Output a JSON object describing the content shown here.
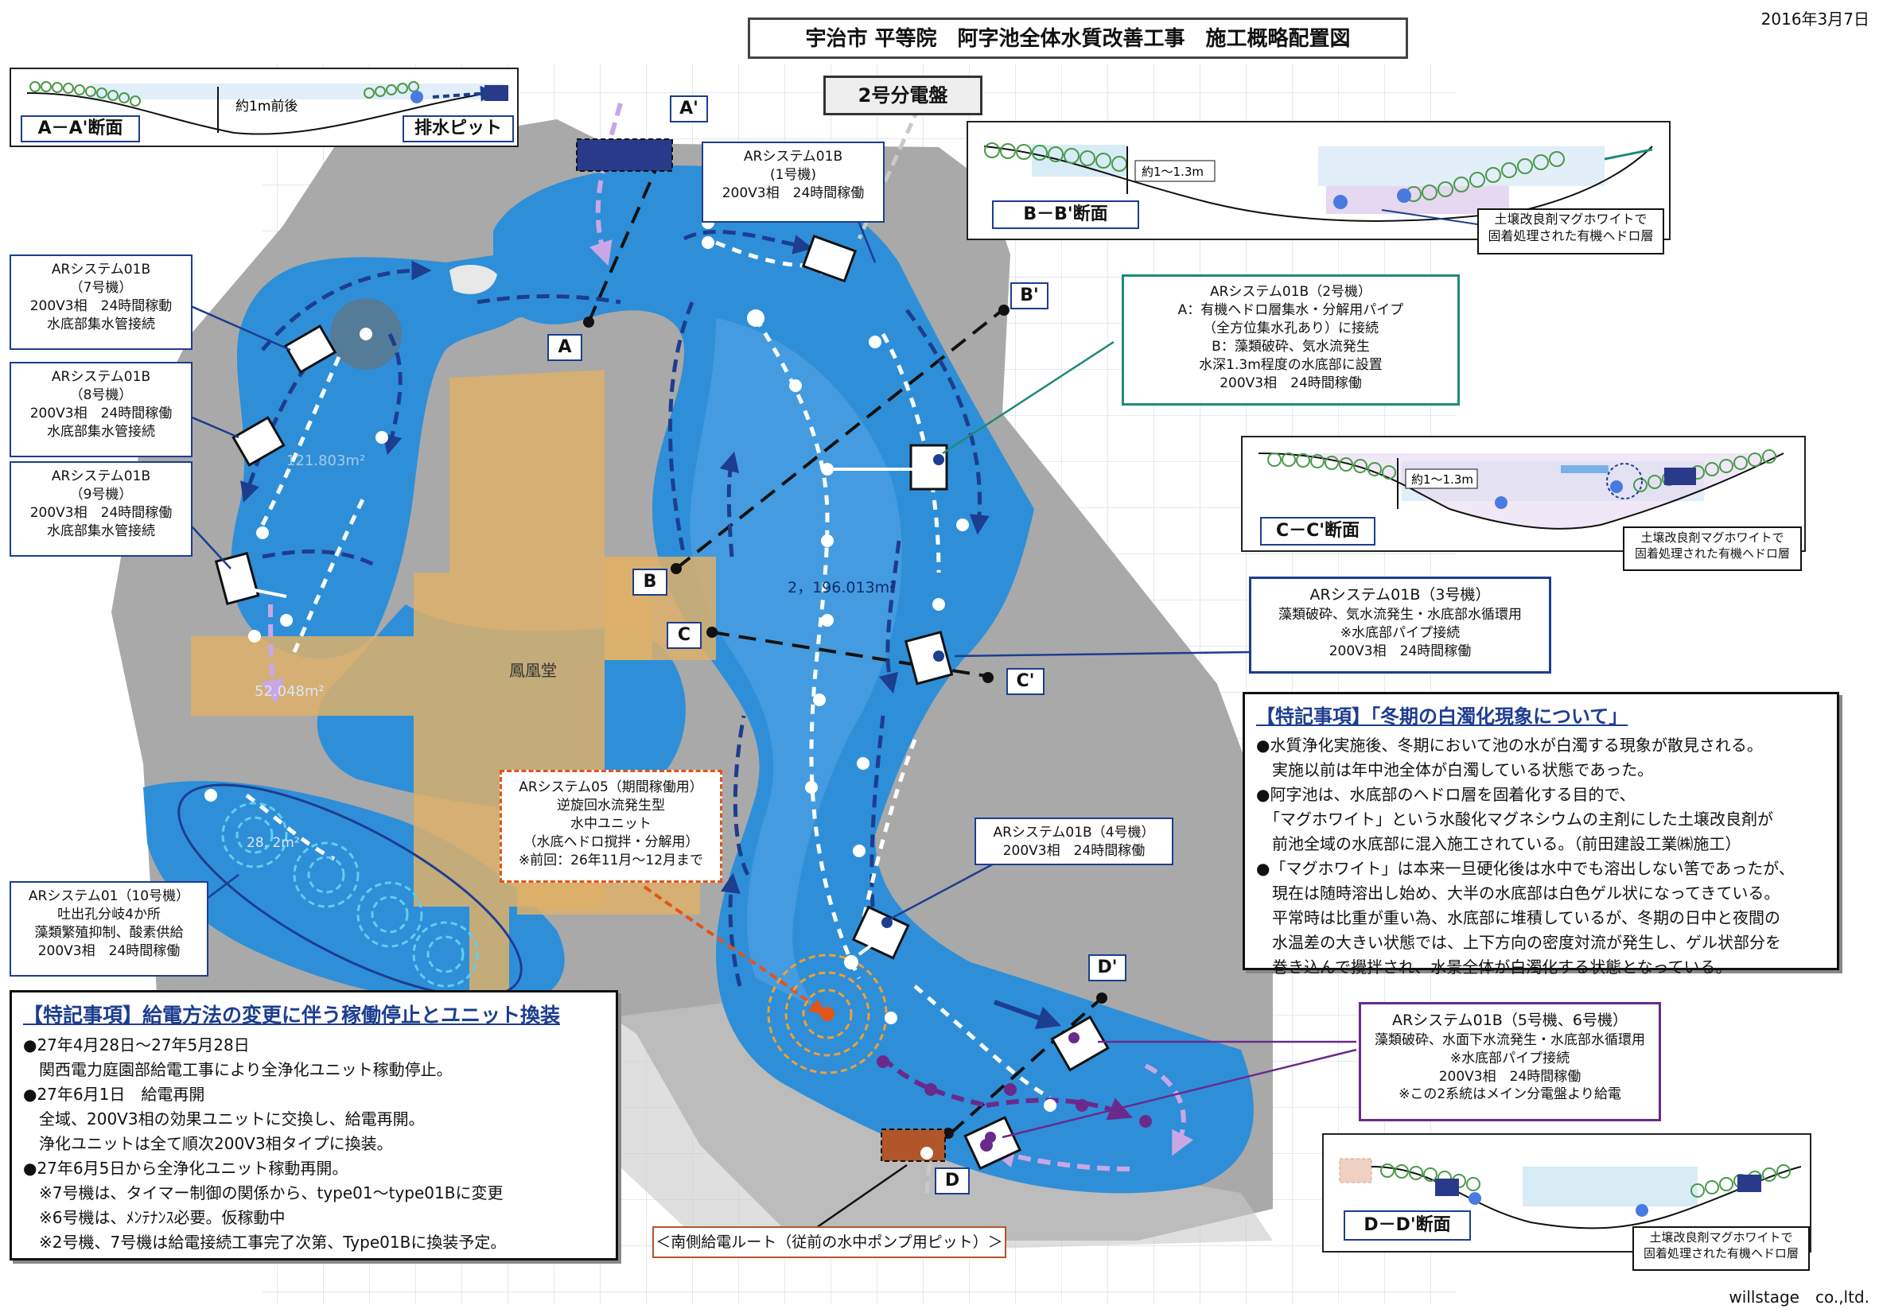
{
  "header": {
    "title": "宇治市 平等院　阿字池全体水質改善工事　施工概略配置図",
    "date": "2016年3月7日",
    "panel_label": "2号分電盤",
    "footer": "willstage　co.,ltd."
  },
  "section_labels": {
    "a": "A",
    "a_prime": "A'",
    "b": "B",
    "b_prime": "B'",
    "c": "C",
    "c_prime": "C'",
    "d": "D",
    "d_prime": "D'"
  },
  "map": {
    "building": "鳳凰堂",
    "area_main": "2，196.013m²",
    "area_north": "121.803m²",
    "area_south": "52.048m²",
    "area_west": "28.  2m²"
  },
  "sections": {
    "aa": {
      "label": "A－A'断面",
      "depth": "約1m前後",
      "pit": "排水ピット"
    },
    "bb": {
      "label": "B－B'断面",
      "depth": "約1～1.3m",
      "note": [
        "土壌改良剤マグホワイトで",
        "固着処理された有機ヘドロ層"
      ]
    },
    "cc": {
      "label": "C－C'断面",
      "depth": "約1～1.3m",
      "note": [
        "土壌改良剤マグホワイトで",
        "固着処理された有機ヘドロ層"
      ]
    },
    "dd": {
      "label": "D－D'断面",
      "note": [
        "土壌改良剤マグホワイトで",
        "固着処理された有機ヘドロ層"
      ]
    }
  },
  "units": {
    "u1": [
      "ARシステム01B",
      "(1号機)",
      "200V3相　24時間稼働"
    ],
    "u2": [
      "ARシステム01B（2号機）",
      "A：有機ヘドロ層集水・分解用パイプ",
      "（全方位集水孔あり）に接続",
      "B：藻類破砕、気水流発生",
      "水深1.3m程度の水底部に設置",
      "200V3相　24時間稼働"
    ],
    "u3": [
      "ARシステム01B（3号機）",
      "藻類破砕、気水流発生・水底部水循環用",
      "※水底部パイプ接続",
      "200V3相　24時間稼働"
    ],
    "u4": [
      "ARシステム01B（4号機）",
      "200V3相　24時間稼働"
    ],
    "u56": [
      "ARシステム01B（5号機、6号機）",
      "藻類破砕、水面下水流発生・水底部水循環用",
      "※水底部パイプ接続",
      "200V3相　24時間稼働",
      "※この2系統はメイン分電盤より給電"
    ],
    "u7": [
      "ARシステム01B",
      "（7号機）",
      "200V3相　24時間稼動",
      "水底部集水管接続"
    ],
    "u8": [
      "ARシステム01B",
      "（8号機）",
      "200V3相　24時間稼働",
      "水底部集水管接続"
    ],
    "u9": [
      "ARシステム01B",
      "（9号機）",
      "200V3相　24時間稼働",
      "水底部集水管接続"
    ],
    "u10": [
      "ARシステム01（10号機）",
      "吐出孔分岐4か所",
      "藻類繁殖抑制、酸素供給",
      "200V3相　24時間稼働"
    ],
    "u05": [
      "ARシステム05（期間稼働用）",
      "逆旋回水流発生型",
      "水中ユニット",
      "（水底ヘドロ撹拌・分解用）",
      "※前回：26年11月～12月まで"
    ]
  },
  "south_route": "＜南側給電ルート（従前の水中ポンプ用ピット）＞",
  "note_winter": {
    "heading": "【特記事項】「冬期の白濁化現象について」",
    "lines": [
      "●水質浄化実施後、冬期において池の水が白濁する現象が散見される。",
      "　実施以前は年中池全体が白濁している状態であった。",
      "●阿字池は、水底部のヘドロ層を固着化する目的で、",
      "　「マグホワイト」という水酸化マグネシウムの主剤にした土壌改良剤が",
      "　前池全域の水底部に混入施工されている。（前田建設工業㈱施工）",
      "●「マグホワイト」は本来一旦硬化後は水中でも溶出しない筈であったが、",
      "　現在は随時溶出し始め、大半の水底部は白色ゲル状になってきている。",
      "　平常時は比重が重い為、水底部に堆積しているが、冬期の日中と夜間の",
      "　水温差の大きい状態では、上下方向の密度対流が発生し、ゲル状部分を",
      "　巻き込んで攪拌され、水景全体が白濁化する状態となっている。"
    ]
  },
  "note_power": {
    "heading": "【特記事項】給電方法の変更に伴う稼働停止とユニット換装",
    "lines": [
      "●27年4月28日～27年5月28日",
      "　関西電力庭園部給電工事により全浄化ユニット稼動停止。",
      "●27年6月1日　給電再開",
      "　全域、200V3相の効果ユニットに交換し、給電再開。",
      "　浄化ユニットは全て順次200V3相タイプに換装。",
      "●27年6月5日から全浄化ユニット稼動再開。",
      "　※7号機は、タイマー制御の関係から、type01～type01Bに変更",
      "　※6号機は、ﾒﾝﾃﾅﾝｽ必要。仮稼動中",
      "　※2号機、7号機は給電接続工事完了次第、Type01Bに換装予定。"
    ]
  },
  "colors": {
    "water": "#2e8fd8",
    "water_light": "#8fc6f0",
    "land": "#a9a9a9",
    "building": "#ddb06a",
    "navy": "#1d3d8f",
    "teal": "#1f8a78",
    "purple": "#6a2a8c",
    "orange": "#e2541a"
  }
}
